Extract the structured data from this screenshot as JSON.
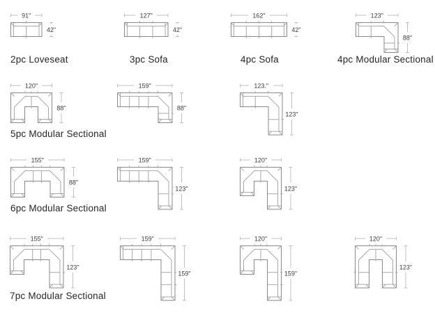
{
  "page": {
    "background": "#ffffff"
  },
  "colors": {
    "outline": "#8a8a8a",
    "inner_line": "#a9a9a9",
    "dimension_line": "#c0c0c0",
    "dimension_text": "#3d3d3d",
    "label_text": "#262626"
  },
  "units": [
    {
      "id": "2pc-loveseat",
      "label": "2pc Loveseat",
      "shape": "straight",
      "width_in": 91,
      "depth_in": 42,
      "width_label": "91\"",
      "depth_label": "42\"",
      "seats": 2
    },
    {
      "id": "3pc-sofa",
      "label": "3pc Sofa",
      "shape": "straight",
      "width_in": 127,
      "depth_in": 42,
      "width_label": "127\"",
      "depth_label": "42\"",
      "seats": 3
    },
    {
      "id": "4pc-sofa",
      "label": "4pc Sofa",
      "shape": "straight",
      "width_in": 162,
      "depth_in": 42,
      "width_label": "162\"",
      "depth_label": "42\"",
      "seats": 4
    },
    {
      "id": "4pc-modular-sectional",
      "label": "4pc Modular Sectional",
      "shape": "L",
      "width_in": 123,
      "depth_in": 88,
      "width_label": "123\"",
      "depth_label": "88\"",
      "bar_dividers": [
        0.5
      ],
      "leg_dividers": [
        0.5
      ]
    },
    {
      "id": "5pc-modular-sectional",
      "label": "5pc Modular Sectional",
      "shape": "U",
      "width_in": 120,
      "depth_in": 88,
      "left_leg_in": 88,
      "width_label": "120\"",
      "depth_label": "88\"",
      "bar_dividers": [
        0.5
      ],
      "leg_dividers": [],
      "left_leg_dividers": []
    },
    {
      "id": "5pc-variant-159x88",
      "label": "",
      "shape": "L",
      "width_in": 159,
      "depth_in": 88,
      "width_label": "159\"",
      "depth_label": "88\"",
      "bar_dividers": [
        0.25,
        0.5,
        0.75
      ],
      "leg_dividers": [
        0.5
      ]
    },
    {
      "id": "5pc-variant-123x123",
      "label": "",
      "shape": "L",
      "width_in": 123,
      "depth_in": 123,
      "width_label": "123.\"",
      "depth_label": "123\"",
      "bar_dividers": [
        0.5
      ],
      "leg_dividers": [
        0.5
      ]
    },
    {
      "id": "6pc-modular-sectional",
      "label": "6pc Modular Sectional",
      "shape": "U",
      "width_in": 155,
      "depth_in": 88,
      "left_leg_in": 88,
      "width_label": "155\"",
      "depth_label": "88\"",
      "bar_dividers": [
        0.33,
        0.66
      ],
      "leg_dividers": [],
      "left_leg_dividers": []
    },
    {
      "id": "6pc-variant-159x123",
      "label": "",
      "shape": "L",
      "width_in": 159,
      "depth_in": 123,
      "width_label": "159\"",
      "depth_label": "123\"",
      "bar_dividers": [
        0.25,
        0.5,
        0.75
      ],
      "leg_dividers": [
        0.5
      ]
    },
    {
      "id": "6pc-variant-120x123",
      "label": "",
      "shape": "U",
      "width_in": 120,
      "depth_in": 123,
      "left_leg_in": 84,
      "width_label": "120\"",
      "depth_label": "123\"",
      "bar_dividers": [
        0.5
      ],
      "leg_dividers": [
        0.5
      ],
      "left_leg_dividers": []
    },
    {
      "id": "7pc-modular-sectional",
      "label": "7pc Modular Sectional",
      "shape": "U",
      "width_in": 155,
      "depth_in": 123,
      "left_leg_in": 84,
      "width_label": "155\"",
      "depth_label": "123\"",
      "bar_dividers": [
        0.33,
        0.66
      ],
      "leg_dividers": [
        0.5
      ],
      "left_leg_dividers": []
    },
    {
      "id": "7pc-variant-159x159",
      "label": "",
      "shape": "L",
      "width_in": 159,
      "depth_in": 159,
      "width_label": "159\"",
      "depth_label": "159\"",
      "bar_dividers": [
        0.25,
        0.5,
        0.75
      ],
      "leg_dividers": [
        0.33,
        0.66
      ]
    },
    {
      "id": "7pc-variant-120x159",
      "label": "",
      "shape": "U",
      "width_in": 120,
      "depth_in": 159,
      "left_leg_in": 84,
      "width_label": "120\"",
      "depth_label": "159\"",
      "bar_dividers": [
        0.5
      ],
      "leg_dividers": [
        0.33,
        0.66
      ],
      "left_leg_dividers": []
    },
    {
      "id": "7pc-variant-120x123",
      "label": "",
      "shape": "U",
      "width_in": 120,
      "depth_in": 123,
      "left_leg_in": 123,
      "width_label": "120\"",
      "depth_label": "123\"",
      "bar_dividers": [
        0.5
      ],
      "leg_dividers": [
        0.5
      ],
      "left_leg_dividers": [
        0.5
      ]
    }
  ]
}
